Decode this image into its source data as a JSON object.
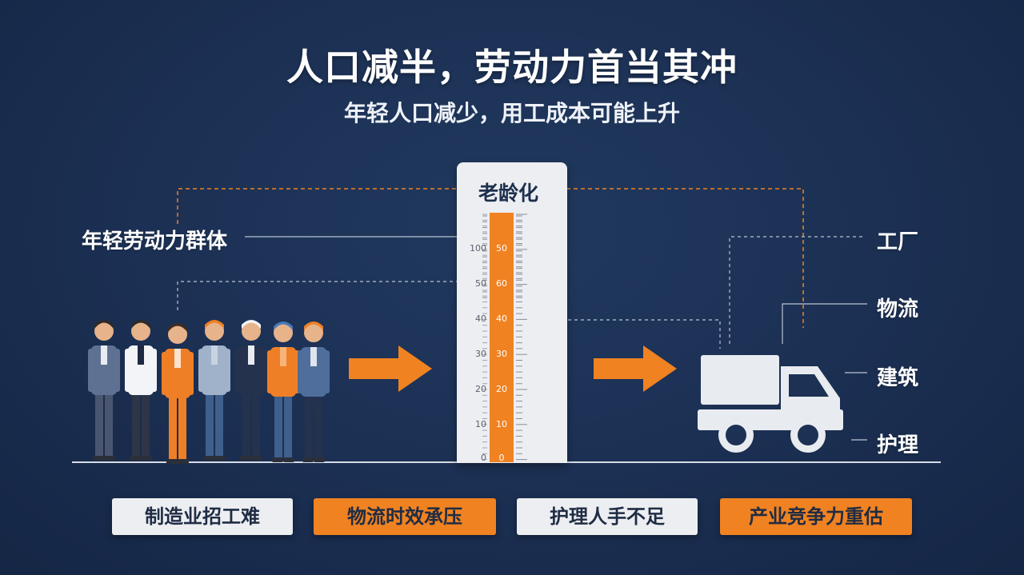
{
  "title": "人口减半，劳动力首当其冲",
  "subtitle": "年轻人口减少，用工成本可能上升",
  "left_label": "年轻劳动力群体",
  "thermometer": {
    "label": "老龄化",
    "left_ticks": [
      "100",
      "50",
      "40",
      "30",
      "20",
      "10",
      "0"
    ],
    "bar_ticks": [
      "50",
      "60",
      "40",
      "30",
      "20",
      "10",
      "0"
    ],
    "fill_fraction": 0.95,
    "bar_color": "#f08221"
  },
  "sectors": [
    "工厂",
    "物流",
    "建筑",
    "护理"
  ],
  "tags": [
    {
      "label": "制造业招工难",
      "style": "light"
    },
    {
      "label": "物流时效承压",
      "style": "orange"
    },
    {
      "label": "护理人手不足",
      "style": "light"
    },
    {
      "label": "产业竞争力重估",
      "style": "orange"
    }
  ],
  "colors": {
    "background": "#1b2f52",
    "accent": "#f08221",
    "light": "#eceef1",
    "navy": "#1f2c44"
  },
  "icons": [
    "workers-group-icon",
    "arrow-right-icon",
    "truck-icon"
  ]
}
